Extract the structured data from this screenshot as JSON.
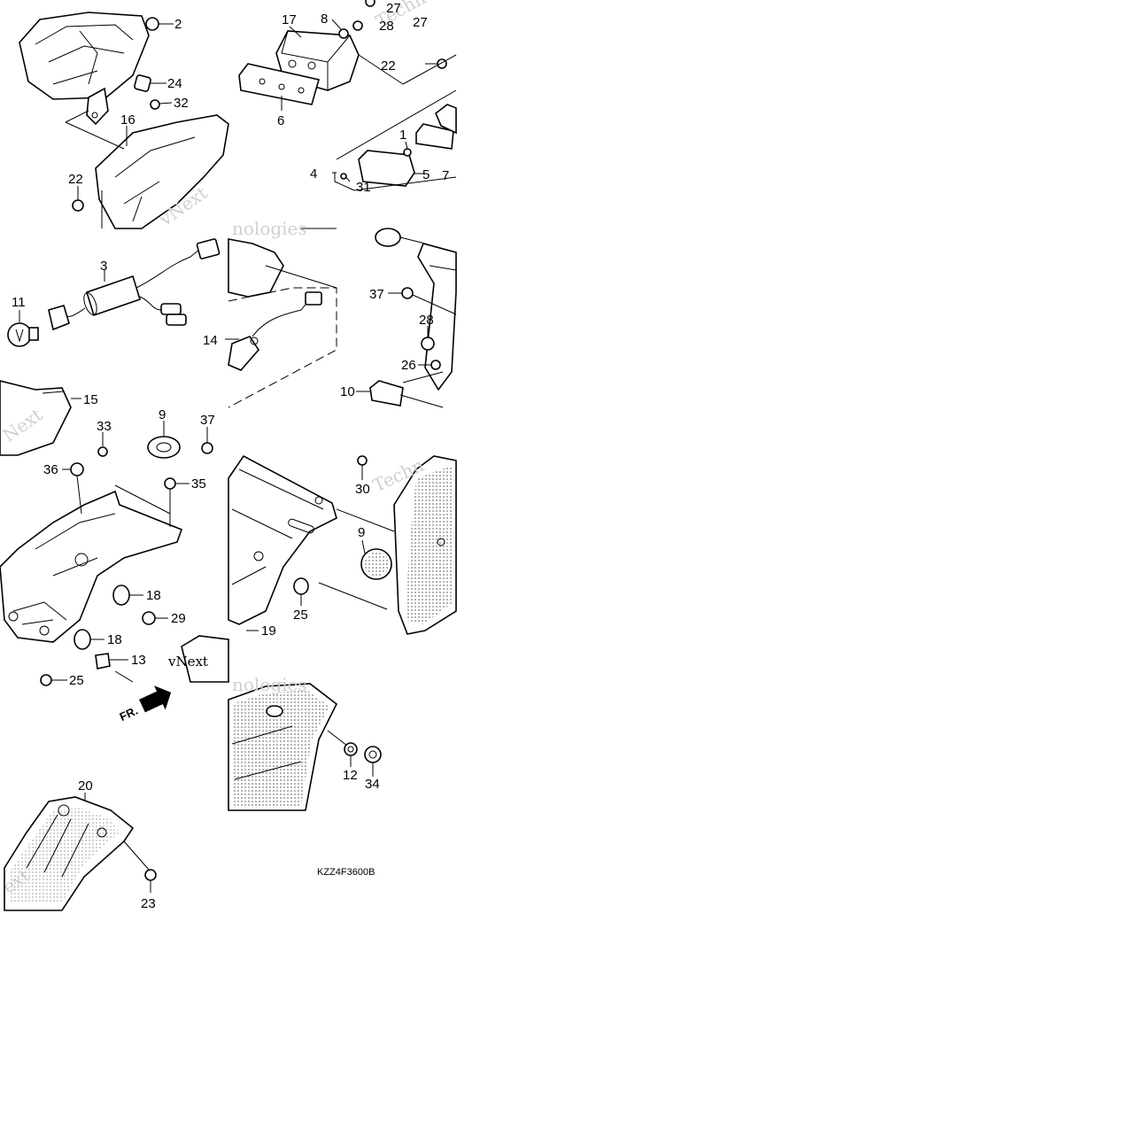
{
  "diagram": {
    "part_code": "KZZ4F3600B",
    "front_label": "FR.",
    "watermark_text": "vNext Technologies",
    "callouts": [
      "1",
      "2",
      "3",
      "4",
      "5",
      "6",
      "7",
      "8",
      "9",
      "10",
      "11",
      "12",
      "13",
      "14",
      "15",
      "16",
      "17",
      "18",
      "19",
      "20",
      "22",
      "23",
      "24",
      "25",
      "26",
      "27",
      "28",
      "29",
      "30",
      "31",
      "32",
      "33",
      "34",
      "35",
      "36",
      "37"
    ]
  }
}
